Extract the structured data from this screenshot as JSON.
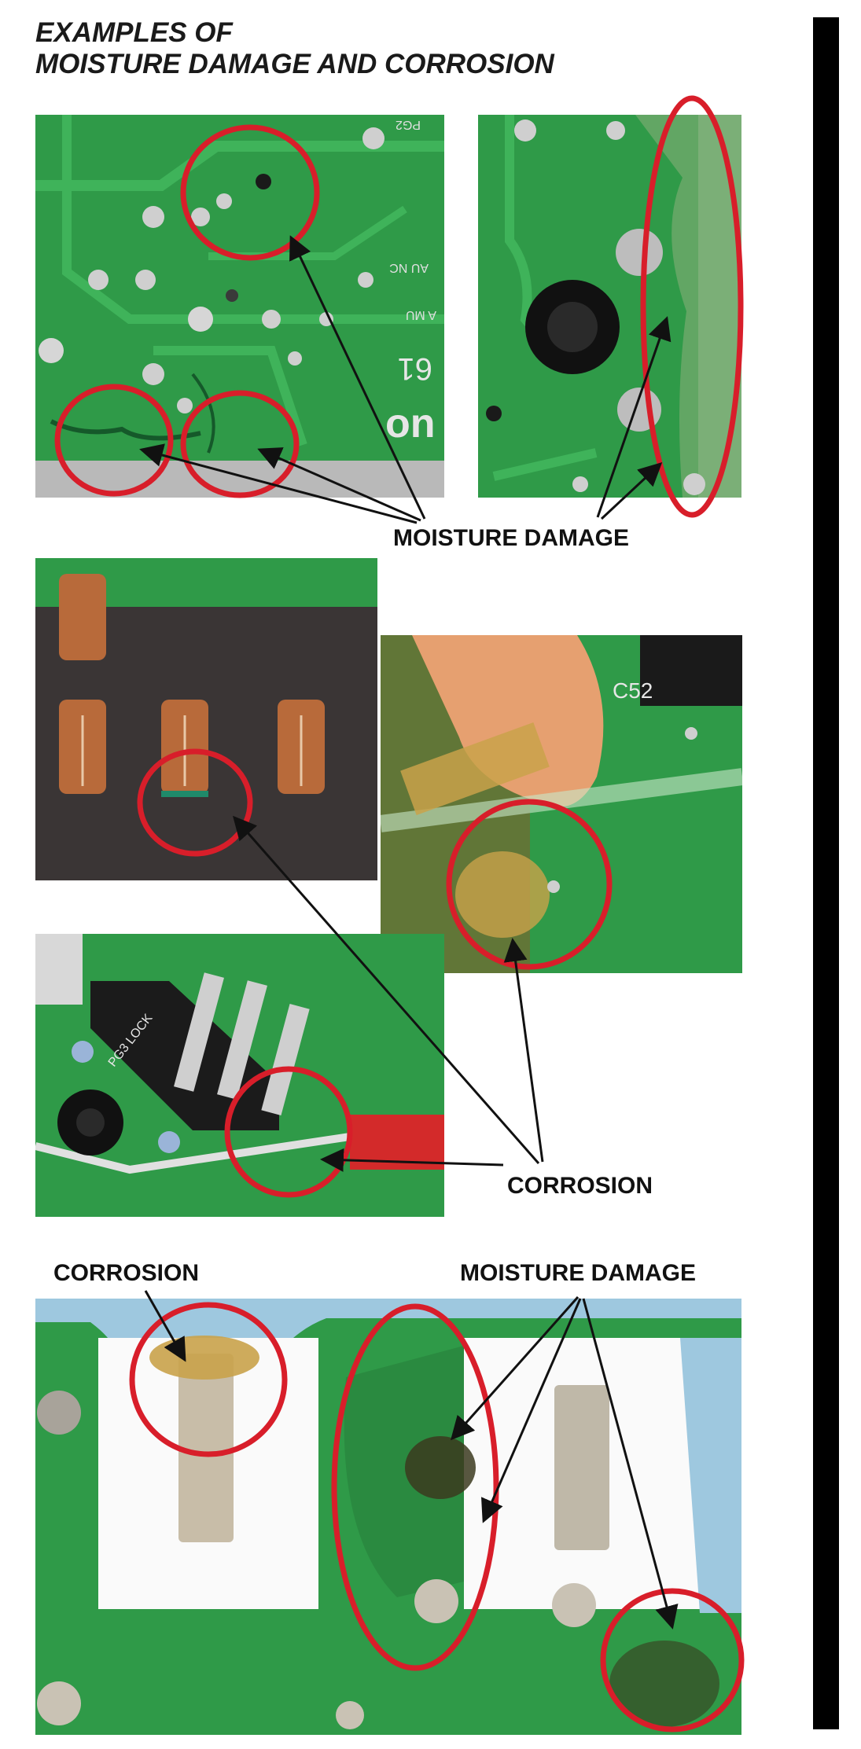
{
  "heading": {
    "line1": "EXAMPLES OF",
    "line2": "MOISTURE DAMAGE AND CORROSION"
  },
  "labels": {
    "moisture_damage_top": "MOISTURE DAMAGE",
    "corrosion_mid": "CORROSION",
    "corrosion_bottom": "CORROSION",
    "moisture_damage_bottom": "MOISTURE DAMAGE"
  },
  "board_markings": {
    "pg2": "PG2",
    "au_nc": "AU NC",
    "a_mu": "A MU",
    "digits": "61",
    "brand_fragment": "on",
    "c52": "C52",
    "pg3_lock": "PG3 LOCK"
  },
  "colors": {
    "pcb_green": "#2e9e4a",
    "highlight_red": "#d81e2a",
    "corrosion": "#c9a24a",
    "copper": "#b86a3a"
  }
}
